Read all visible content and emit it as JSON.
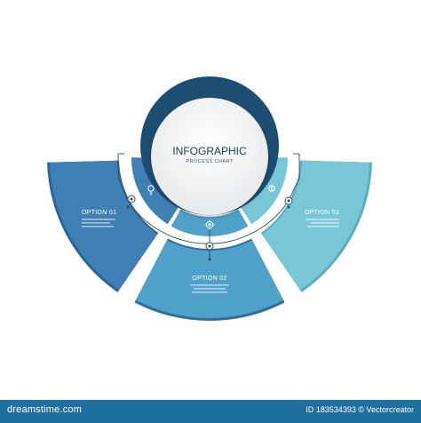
{
  "infographic": {
    "title": "INFOGRAPHIC",
    "subtitle": "PROCESS CHART",
    "options": [
      {
        "label": "OPTION 01",
        "color": "#3f7fb3",
        "dark": "#2c6594",
        "icon": "bulb-icon"
      },
      {
        "label": "OPTION 02",
        "color": "#4fa1c9",
        "dark": "#2f6f95",
        "icon": "gear-icon"
      },
      {
        "label": "OPTION 03",
        "color": "#79c7d6",
        "dark": "#58aebf",
        "icon": "chip-icon"
      }
    ]
  },
  "footer": {
    "site": "dreamstime.com",
    "id_text": "ID 183534393 © Vectorcreator"
  },
  "colors": {
    "ring_dark": "#1d4e72",
    "line": "#2f4d63",
    "footer_bg": "#1f6f9f"
  }
}
